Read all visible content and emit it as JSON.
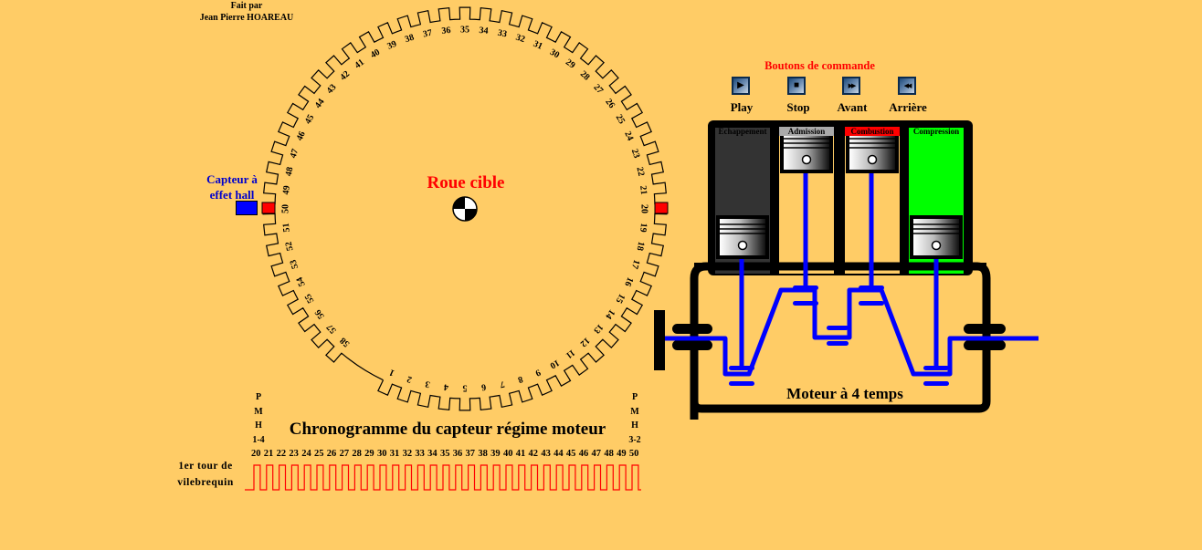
{
  "author": {
    "line1": "Fait par",
    "line2": "Jean Pierre HOAREAU"
  },
  "sensor": {
    "label": "Capteur à effet hall",
    "body_color": "#0000FF",
    "marker_color": "#FF0000"
  },
  "wheel": {
    "label": "Roue cible",
    "tooth_count": 58,
    "missing_teeth": 2,
    "tooth_labels": [
      "1",
      "2",
      "3",
      "4",
      "5",
      "6",
      "7",
      "8",
      "9",
      "10",
      "11",
      "12",
      "13",
      "14",
      "15",
      "16",
      "17",
      "18",
      "19",
      "20",
      "21",
      "22",
      "23",
      "24",
      "25",
      "26",
      "27",
      "28",
      "29",
      "30",
      "31",
      "32",
      "33",
      "34",
      "35",
      "36",
      "37",
      "38",
      "39",
      "40",
      "41",
      "42",
      "43",
      "44",
      "45",
      "46",
      "47",
      "48",
      "49",
      "50",
      "51",
      "52",
      "53",
      "54",
      "55",
      "56",
      "57",
      "58"
    ],
    "highlighted_teeth": [
      "20",
      "50"
    ],
    "highlight_color": "#FF0000"
  },
  "controls": {
    "title": "Boutons de commande",
    "buttons": [
      {
        "label": "Play",
        "icon": "play-icon",
        "glyph": "▶"
      },
      {
        "label": "Stop",
        "icon": "stop-icon",
        "glyph": "■"
      },
      {
        "label": "Avant",
        "icon": "fast-forward-icon",
        "glyph": "▶▶"
      },
      {
        "label": "Arrière",
        "icon": "rewind-icon",
        "glyph": "◀◀"
      }
    ]
  },
  "engine": {
    "label": "Moteur à 4 temps",
    "cylinders": [
      {
        "stroke": "Echappement",
        "color": "#333333",
        "label_bg": "#333333",
        "label_color": "#000000",
        "piston": "bottom"
      },
      {
        "stroke": "Admission",
        "color": "#FFCC66",
        "label_bg": "#AAAAAA",
        "label_color": "#000000",
        "piston": "top"
      },
      {
        "stroke": "Combustion",
        "color": "#FFCC66",
        "label_bg": "#FF0000",
        "label_color": "#000000",
        "piston": "top"
      },
      {
        "stroke": "Compression",
        "color": "#00FF00",
        "label_bg": "#00FF00",
        "label_color": "#000000",
        "piston": "bottom"
      }
    ],
    "rod_color": "#0000FF"
  },
  "chronogram": {
    "title": "Chronogramme du capteur régime moteur",
    "pmh_left": [
      "P",
      "M",
      "H",
      "1-4"
    ],
    "pmh_right": [
      "P",
      "M",
      "H",
      "3-2"
    ],
    "row_label_line1": "1er tour de",
    "row_label_line2": "vilebrequin",
    "tooth_numbers": [
      "20",
      "21",
      "22",
      "23",
      "24",
      "25",
      "26",
      "27",
      "28",
      "29",
      "30",
      "31",
      "32",
      "33",
      "34",
      "35",
      "36",
      "37",
      "38",
      "39",
      "40",
      "41",
      "42",
      "43",
      "44",
      "45",
      "46",
      "47",
      "48",
      "49",
      "50"
    ],
    "signal_color": "#FF0000"
  }
}
